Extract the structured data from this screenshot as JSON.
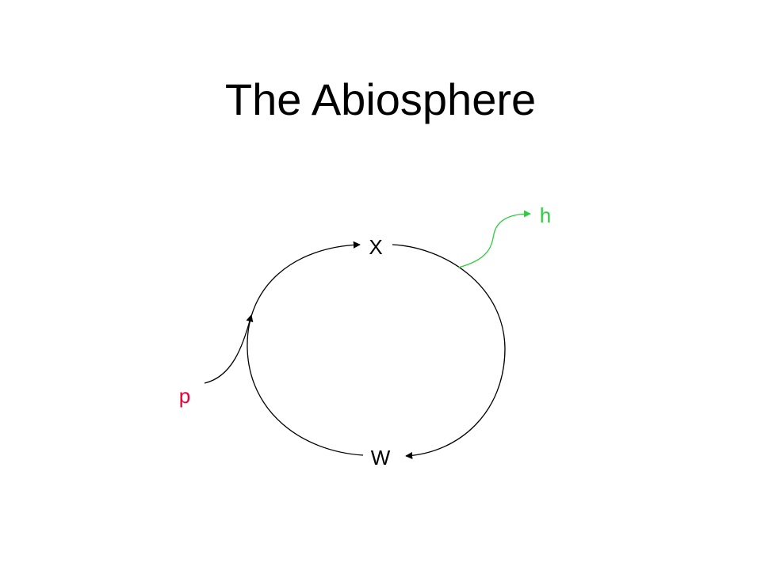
{
  "slide": {
    "title": "The Abiosphere"
  },
  "diagram": {
    "nodes": {
      "x_label": "X",
      "w_label": "W",
      "p_label": "p",
      "h_label": "h"
    },
    "colors": {
      "cycle": "#000000",
      "input": "#000000",
      "output": "#2ecc40",
      "text": "#000000",
      "p_text": "#e8003a",
      "h_text": "#2ecc40"
    }
  }
}
